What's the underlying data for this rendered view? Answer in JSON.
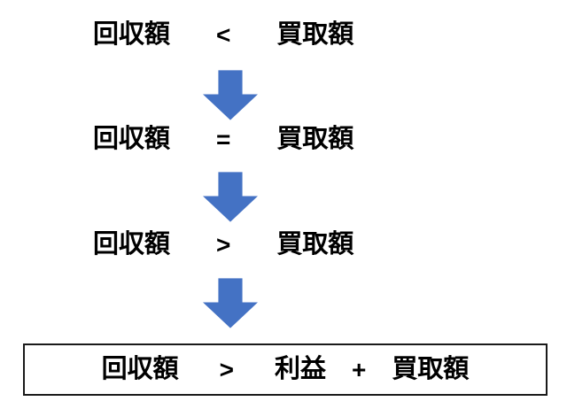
{
  "flow": {
    "arrow_color": "#4472C4",
    "text_color": "#000000",
    "steps": [
      {
        "left": "回収額",
        "operator": "<",
        "right": "買取額"
      },
      {
        "left": "回収額",
        "operator": "=",
        "right": "買取額"
      },
      {
        "left": "回収額",
        "operator": ">",
        "right": "買取額"
      }
    ],
    "result": {
      "terms": [
        "回収額",
        ">",
        "利益",
        "+",
        "買取額"
      ]
    }
  }
}
